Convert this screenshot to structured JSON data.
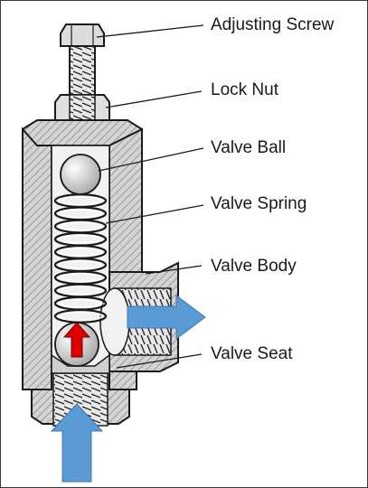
{
  "labels": {
    "adjusting_screw": "Adjusting Screw",
    "lock_nut": "Lock Nut",
    "valve_ball": "Valve Ball",
    "valve_spring": "Valve Spring",
    "valve_body": "Valve Body",
    "valve_seat": "Valve Seat"
  },
  "colors": {
    "flow_arrow": "#5b9bd5",
    "pressure_arrow": "#e00000",
    "outline": "#1a1a1a",
    "cutaway_shade": "#bcbcbc",
    "bore_shade": "#ececec"
  },
  "icons": {
    "inlet_flow": "arrow-up-icon",
    "outlet_flow": "arrow-right-icon",
    "ball_pressure": "arrow-up-icon"
  }
}
